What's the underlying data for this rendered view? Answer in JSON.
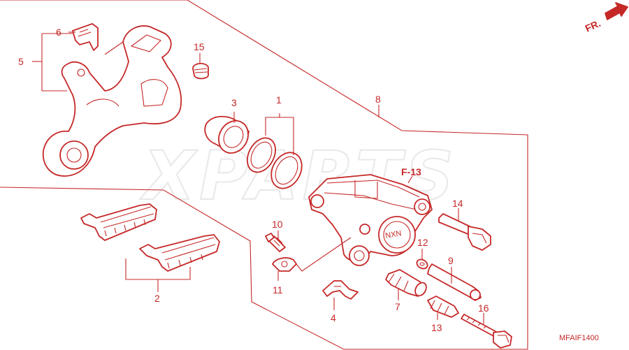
{
  "diagram": {
    "direction_label": "FR.",
    "watermark": "XPARTS",
    "reference_label": "F-13",
    "diagram_code": "MFAIF1400",
    "brand_mark": "NXN",
    "callouts": [
      {
        "id": "1",
        "part": "piston-seal-set"
      },
      {
        "id": "2",
        "part": "brake-pad-set"
      },
      {
        "id": "3",
        "part": "caliper-piston"
      },
      {
        "id": "4",
        "part": "pad-spring"
      },
      {
        "id": "5",
        "part": "caliper-bracket"
      },
      {
        "id": "6",
        "part": "pad-retainer"
      },
      {
        "id": "7",
        "part": "pin-boot"
      },
      {
        "id": "8",
        "part": "caliper-assembly"
      },
      {
        "id": "9",
        "part": "caliper-pin"
      },
      {
        "id": "10",
        "part": "bleeder-valve"
      },
      {
        "id": "11",
        "part": "bleeder-cap"
      },
      {
        "id": "12",
        "part": "washer"
      },
      {
        "id": "13",
        "part": "pin-boot"
      },
      {
        "id": "14",
        "part": "caliper-pin-bolt"
      },
      {
        "id": "15",
        "part": "rubber-boot"
      },
      {
        "id": "16",
        "part": "caliper-bolt"
      }
    ]
  }
}
